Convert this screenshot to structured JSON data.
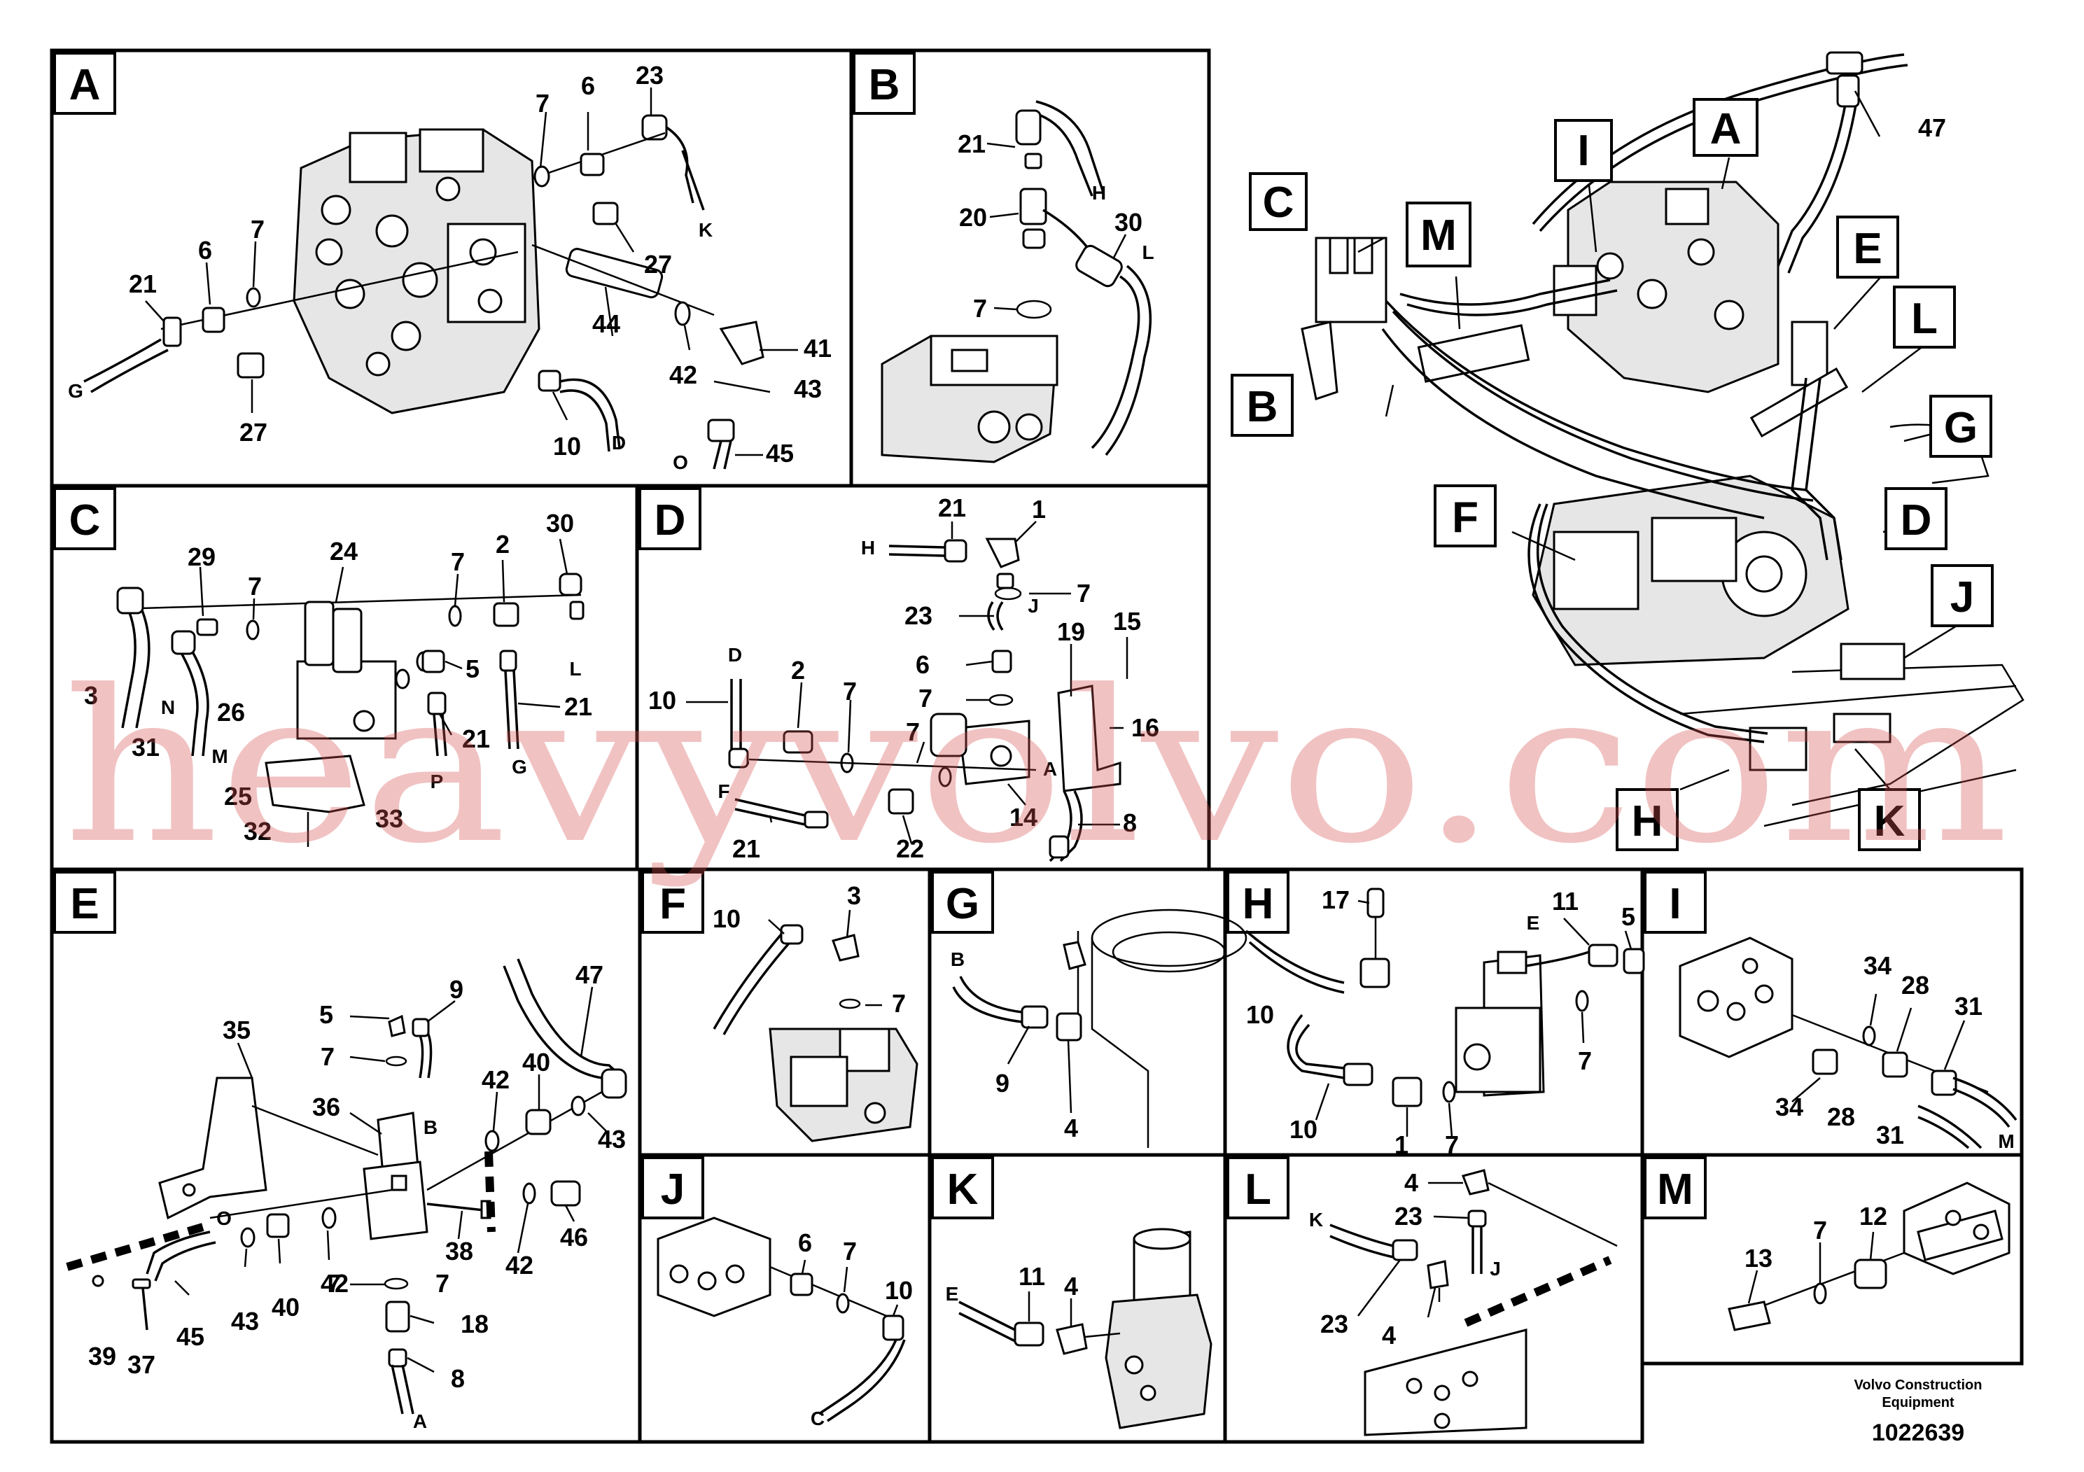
{
  "watermark": "heavyvolvo.com",
  "footer": {
    "company_line1": "Volvo Construction",
    "company_line2": "Equipment",
    "drawing_number": "1022639"
  },
  "panels": {
    "A": {
      "label": "A",
      "numbers": [
        "23",
        "6",
        "7",
        "7",
        "6",
        "21",
        "27",
        "44",
        "41",
        "42",
        "43",
        "45",
        "27",
        "10"
      ],
      "letters": [
        "K",
        "G",
        "D",
        "O"
      ]
    },
    "B": {
      "label": "B",
      "numbers": [
        "21",
        "20",
        "30",
        "7"
      ],
      "letters": [
        "H",
        "L"
      ]
    },
    "C": {
      "label": "C",
      "numbers": [
        "29",
        "7",
        "24",
        "7",
        "2",
        "30",
        "26",
        "5",
        "21",
        "21",
        "31",
        "25",
        "32",
        "33",
        "3"
      ],
      "letters": [
        "L",
        "N",
        "M",
        "G",
        "P"
      ]
    },
    "D": {
      "label": "D",
      "numbers": [
        "21",
        "1",
        "7",
        "23",
        "6",
        "7",
        "19",
        "15",
        "16",
        "10",
        "2",
        "7",
        "7",
        "14",
        "21",
        "22",
        "8"
      ],
      "letters": [
        "H",
        "J",
        "D",
        "F",
        "A"
      ]
    },
    "E": {
      "label": "E",
      "numbers": [
        "35",
        "5",
        "9",
        "7",
        "47",
        "36",
        "42",
        "40",
        "43",
        "7",
        "38",
        "42",
        "46",
        "39",
        "37",
        "45",
        "43",
        "40",
        "42",
        "7",
        "18",
        "8"
      ],
      "letters": [
        "B",
        "O",
        "A"
      ]
    },
    "F": {
      "label": "F",
      "numbers": [
        "10",
        "3",
        "7"
      ]
    },
    "G": {
      "label": "G",
      "numbers": [
        "9",
        "4"
      ],
      "letters": [
        "B"
      ]
    },
    "H": {
      "label": "H",
      "numbers": [
        "17",
        "11",
        "5",
        "10",
        "7",
        "10",
        "1",
        "7"
      ],
      "letters": [
        "E"
      ]
    },
    "I": {
      "label": "I",
      "numbers": [
        "34",
        "28",
        "31",
        "34",
        "28",
        "31"
      ],
      "letters": [
        "M"
      ]
    },
    "J": {
      "label": "J",
      "numbers": [
        "6",
        "7",
        "10"
      ],
      "letters": [
        "C"
      ]
    },
    "K": {
      "label": "K",
      "numbers": [
        "11",
        "4"
      ],
      "letters": [
        "E"
      ]
    },
    "L": {
      "label": "L",
      "numbers": [
        "4",
        "23",
        "23",
        "4"
      ],
      "letters": [
        "K",
        "J"
      ]
    },
    "M": {
      "label": "M",
      "numbers": [
        "7",
        "12",
        "13"
      ]
    }
  },
  "overview": {
    "callouts": [
      "C",
      "M",
      "I",
      "A",
      "47",
      "E",
      "L",
      "G",
      "B",
      "F",
      "D",
      "J",
      "H",
      "K"
    ]
  }
}
